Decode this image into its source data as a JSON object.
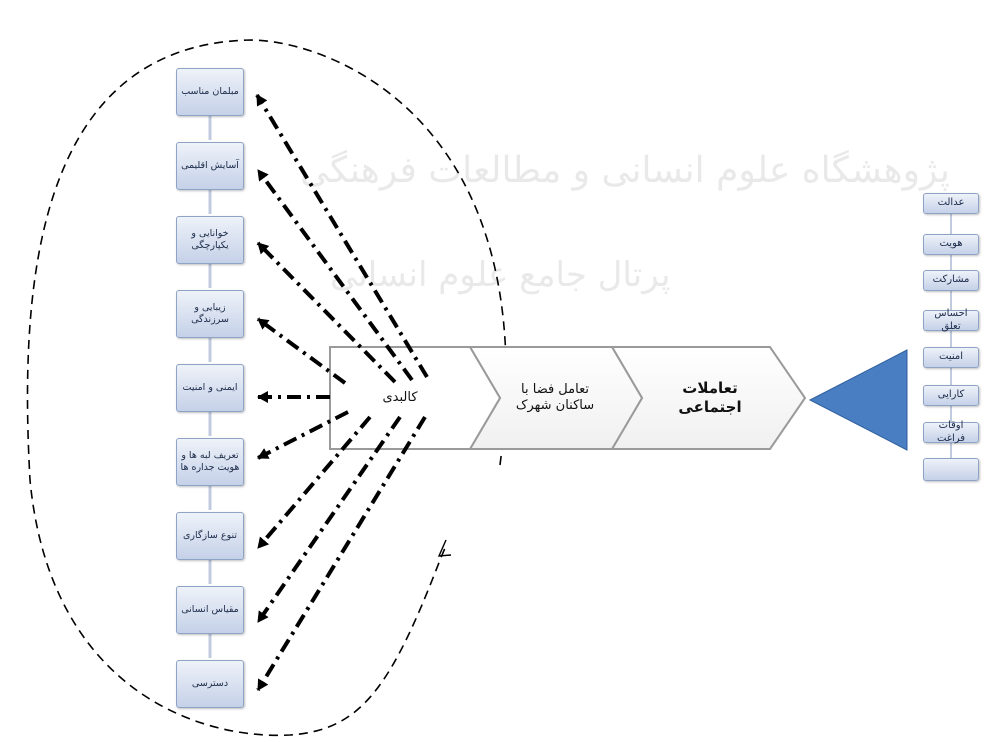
{
  "watermark": {
    "line1": "پژوهشگاه علوم انسانی و مطالعات فرهنگی",
    "line2": "پرتال جامع علوم انسانی"
  },
  "center_chain": {
    "physical": "کالبدی",
    "interaction": "تعامل فضا با ساکنان شهرک",
    "social": "تعاملات اجتماعی"
  },
  "left_items": [
    "مبلمان مناسب",
    "آسایش اقلیمی",
    "خوانایی و یکپارچگی",
    "زیبایی و سرزندگی",
    "ایمنی و امنیت",
    "تعریف لبه ها و هویت جداره ها",
    "تنوع سازگاری",
    "مقیاس انسانی",
    "دسترسی"
  ],
  "right_items": [
    "عدالت",
    "هویت",
    "مشارکت",
    "احساس تعلق",
    "امنیت",
    "کارایی",
    "اوقات فراغت"
  ],
  "colors": {
    "node_border": "#8ea3c6",
    "triangle": "#4a7ec2",
    "arrow": "#000000",
    "dashed_loop": "#000000"
  }
}
